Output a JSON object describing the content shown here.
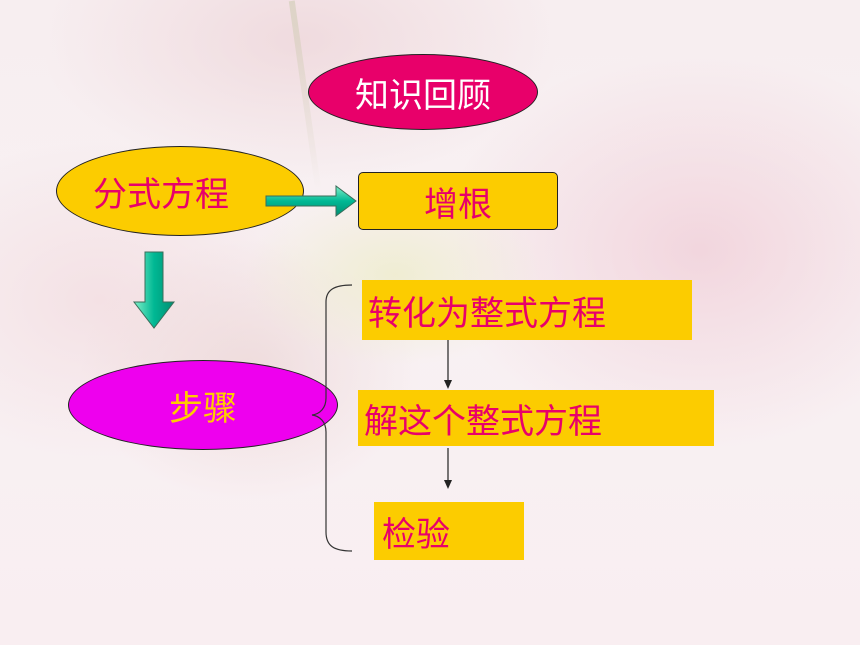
{
  "title": "知识回顾",
  "fraction_equation": "分式方程",
  "extraneous_root": "增根",
  "steps_label": "步骤",
  "steps": [
    {
      "label": "转化为整式方程"
    },
    {
      "label": "解这个整式方程"
    },
    {
      "label": "检验"
    }
  ],
  "colors": {
    "title_fill": "#e8006a",
    "ellipse_yellow": "#fccc00",
    "steps_ellipse_fill": "#ee00ee",
    "text_magenta": "#e8006a",
    "text_yellow": "#ffcc00",
    "arrow_green": "#00b894"
  }
}
